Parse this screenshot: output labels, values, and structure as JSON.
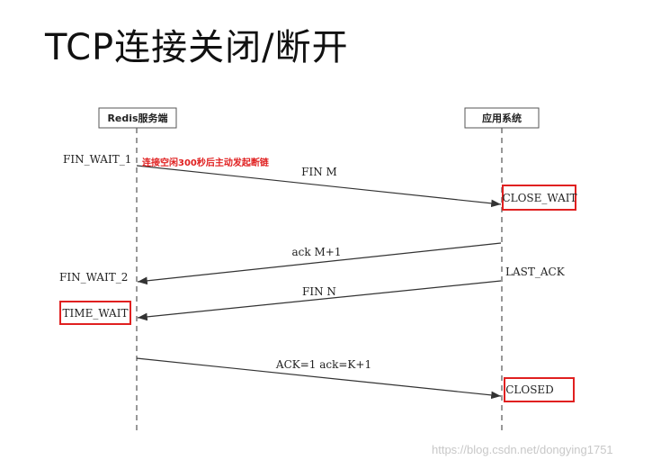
{
  "title": "TCP连接关闭/断开",
  "participants": {
    "left": "Redis服务端",
    "right": "应用系统"
  },
  "note": "连接空闲300秒后主动发起断链",
  "states": {
    "fin_wait_1": "FIN_WAIT_1",
    "fin_wait_2": "FIN_WAIT_2",
    "time_wait": "TIME_WAIT",
    "close_wait": "CLOSE_WAIT",
    "last_ack": "LAST_ACK",
    "closed": "CLOSED"
  },
  "messages": {
    "fin_m": "FIN M",
    "ack_m1": "ack M+1",
    "fin_n": "FIN N",
    "ack_final": "ACK=1 ack=K+1"
  },
  "colors": {
    "highlight": "#e02020",
    "note": "#e02020",
    "line": "#333333"
  },
  "watermark": "https://blog.csdn.net/dongying1751"
}
